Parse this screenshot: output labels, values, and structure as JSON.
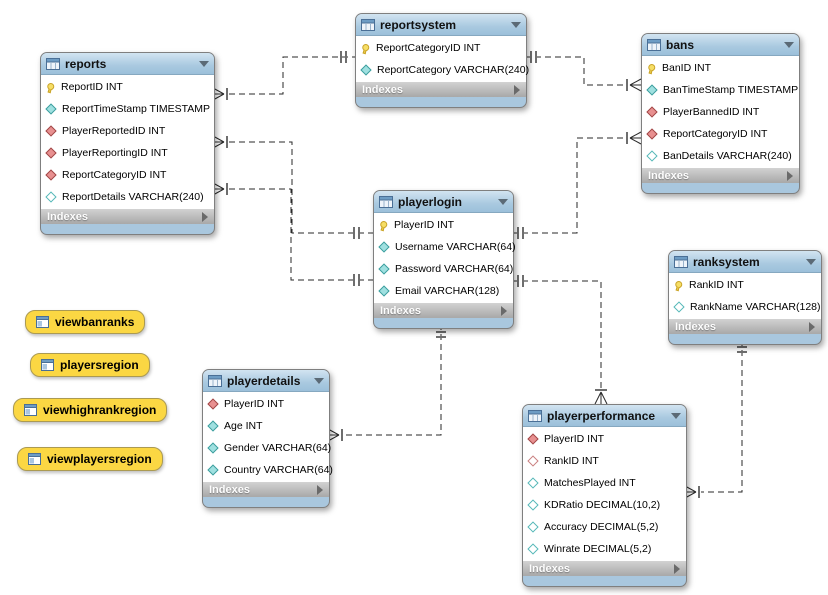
{
  "indexes_label": "Indexes",
  "colors": {
    "table_header": "#a9c7de",
    "indexes_bar": "#b8b8b8",
    "view_label_bg": "#fbd743",
    "relationship_line": "#2a2a2a",
    "primary_key_icon": "#f6de66",
    "foreign_key_icon": "#e89090",
    "not_null_icon": "#9fe0e0"
  },
  "tables": [
    {
      "name": "reports",
      "columns": [
        {
          "icon": "key",
          "text": "ReportID INT"
        },
        {
          "icon": "diamond-cyan",
          "text": "ReportTimeStamp TIMESTAMP"
        },
        {
          "icon": "diamond-red",
          "text": "PlayerReportedID INT"
        },
        {
          "icon": "diamond-red",
          "text": "PlayerReportingID INT"
        },
        {
          "icon": "diamond-red",
          "text": "ReportCategoryID INT"
        },
        {
          "icon": "diamond-cyan-open",
          "text": "ReportDetails VARCHAR(240)"
        }
      ]
    },
    {
      "name": "reportsystem",
      "columns": [
        {
          "icon": "key",
          "text": "ReportCategoryID INT"
        },
        {
          "icon": "diamond-cyan",
          "text": "ReportCategory VARCHAR(240)"
        }
      ]
    },
    {
      "name": "bans",
      "columns": [
        {
          "icon": "key",
          "text": "BanID INT"
        },
        {
          "icon": "diamond-cyan",
          "text": "BanTimeStamp TIMESTAMP"
        },
        {
          "icon": "diamond-red",
          "text": "PlayerBannedID INT"
        },
        {
          "icon": "diamond-red",
          "text": "ReportCategoryID INT"
        },
        {
          "icon": "diamond-cyan-open",
          "text": "BanDetails VARCHAR(240)"
        }
      ]
    },
    {
      "name": "playerlogin",
      "columns": [
        {
          "icon": "key",
          "text": "PlayerID INT"
        },
        {
          "icon": "diamond-cyan",
          "text": "Username VARCHAR(64)"
        },
        {
          "icon": "diamond-cyan",
          "text": "Password VARCHAR(64)"
        },
        {
          "icon": "diamond-cyan",
          "text": "Email VARCHAR(128)"
        }
      ]
    },
    {
      "name": "ranksystem",
      "columns": [
        {
          "icon": "key",
          "text": "RankID INT"
        },
        {
          "icon": "diamond-cyan-open",
          "text": "RankName VARCHAR(128)"
        }
      ]
    },
    {
      "name": "playerdetails",
      "columns": [
        {
          "icon": "diamond-red",
          "text": "PlayerID INT"
        },
        {
          "icon": "diamond-cyan",
          "text": "Age INT"
        },
        {
          "icon": "diamond-cyan",
          "text": "Gender VARCHAR(64)"
        },
        {
          "icon": "diamond-cyan",
          "text": "Country VARCHAR(64)"
        }
      ]
    },
    {
      "name": "playerperformance",
      "columns": [
        {
          "icon": "diamond-red",
          "text": "PlayerID INT"
        },
        {
          "icon": "diamond-red-open",
          "text": "RankID INT"
        },
        {
          "icon": "diamond-cyan-open",
          "text": "MatchesPlayed INT"
        },
        {
          "icon": "diamond-cyan-open",
          "text": "KDRatio DECIMAL(10,2)"
        },
        {
          "icon": "diamond-cyan-open",
          "text": "Accuracy DECIMAL(5,2)"
        },
        {
          "icon": "diamond-cyan-open",
          "text": "Winrate DECIMAL(5,2)"
        }
      ]
    }
  ],
  "views": [
    {
      "label": "viewbanranks"
    },
    {
      "label": "playersregion"
    },
    {
      "label": "viewhighrankregion"
    },
    {
      "label": "viewplayersregion"
    }
  ],
  "relationships": [
    {
      "from": "reports",
      "to": "reportsystem",
      "from_cardinality": "many",
      "to_cardinality": "one",
      "style": "dashed"
    },
    {
      "from": "reports",
      "to": "playerlogin",
      "from_cardinality": "many",
      "to_cardinality": "one",
      "style": "dashed"
    },
    {
      "from": "reports",
      "to": "playerlogin",
      "from_cardinality": "many",
      "to_cardinality": "one",
      "style": "dashed"
    },
    {
      "from": "bans",
      "to": "reportsystem",
      "from_cardinality": "many",
      "to_cardinality": "one",
      "style": "dashed"
    },
    {
      "from": "bans",
      "to": "playerlogin",
      "from_cardinality": "many",
      "to_cardinality": "one",
      "style": "dashed"
    },
    {
      "from": "playerperformance",
      "to": "playerlogin",
      "from_cardinality": "many",
      "to_cardinality": "one",
      "style": "dashed"
    },
    {
      "from": "playerdetails",
      "to": "playerlogin",
      "from_cardinality": "many",
      "to_cardinality": "one",
      "style": "dashed"
    },
    {
      "from": "playerperformance",
      "to": "ranksystem",
      "from_cardinality": "many",
      "to_cardinality": "one",
      "style": "dashed"
    }
  ]
}
